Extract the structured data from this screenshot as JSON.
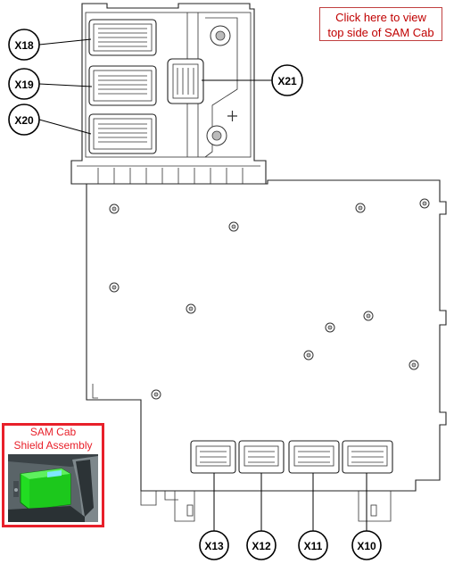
{
  "top_link": {
    "line1": "Click here to view",
    "line2": "top side of SAM Cab"
  },
  "thumbnail": {
    "line1": "SAM Cab",
    "line2": "Shield Assembly"
  },
  "connectors": {
    "x18": "X18",
    "x19": "X19",
    "x20": "X20",
    "x21": "X21",
    "x13": "X13",
    "x12": "X12",
    "x11": "X11",
    "x10": "X10"
  },
  "colors": {
    "link_text": "#c00000",
    "thumbnail_border": "#e8202a",
    "highlight": "#22dd22"
  }
}
